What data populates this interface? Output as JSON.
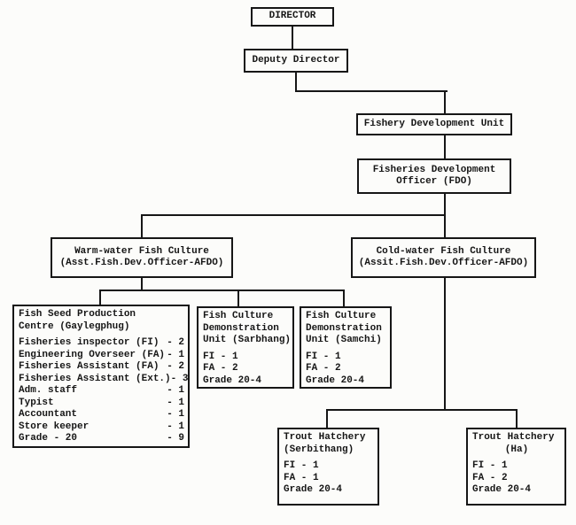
{
  "colors": {
    "ink": "#161616",
    "paper": "#fcfcfa"
  },
  "nodes": {
    "director": {
      "label": "DIRECTOR"
    },
    "deputy_director": {
      "label": "Deputy Director"
    },
    "fishery_development_unit": {
      "label": "Fishery Development Unit"
    },
    "fisheries_development_officer": {
      "lines": [
        "Fisheries Development",
        "Officer (FDO)"
      ]
    },
    "warm_water": {
      "lines": [
        "Warm-water Fish Culture",
        "(Asst.Fish.Dev.Officer-AFDO)"
      ]
    },
    "cold_water": {
      "lines": [
        "Cold-water Fish Culture",
        "(Assit.Fish.Dev.Officer-AFDO)"
      ]
    },
    "fish_seed_centre": {
      "title_lines": [
        "Fish Seed Production",
        "Centre (Gaylegphug)"
      ],
      "staff": [
        {
          "label": "Fisheries inspector (FI)",
          "value": "- 2"
        },
        {
          "label": "Engineering Overseer (FA)",
          "value": "- 1"
        },
        {
          "label": "Fisheries Assistant (FA)",
          "value": "- 2"
        },
        {
          "label": "Fisheries Assistant (Ext.)",
          "value": "- 3"
        },
        {
          "label": "Adm. staff",
          "value": "- 1"
        },
        {
          "label": "Typist",
          "value": "- 1"
        },
        {
          "label": "Accountant",
          "value": "- 1"
        },
        {
          "label": "Store keeper",
          "value": "- 1"
        },
        {
          "label": "Grade - 20",
          "value": "- 9"
        }
      ]
    },
    "demo_unit_sarbhang": {
      "title_lines": [
        "Fish Culture",
        "Demonstration",
        "Unit (Sarbhang)"
      ],
      "staff": [
        "FI - 1",
        "FA - 2",
        "Grade 20-4"
      ]
    },
    "demo_unit_samchi": {
      "title_lines": [
        "Fish Culture",
        "Demonstration",
        "Unit (Samchi)"
      ],
      "staff": [
        "FI - 1",
        "FA - 2",
        "Grade 20-4"
      ]
    },
    "trout_hatchery_serbithang": {
      "title_lines": [
        "Trout Hatchery",
        "(Serbithang)"
      ],
      "staff": [
        "FI - 1",
        "FA - 1",
        "Grade 20-4"
      ]
    },
    "trout_hatchery_ha": {
      "title_lines": [
        "Trout Hatchery",
        "(Ha)"
      ],
      "staff": [
        "FI - 1",
        "FA - 2",
        "Grade 20-4"
      ]
    }
  }
}
